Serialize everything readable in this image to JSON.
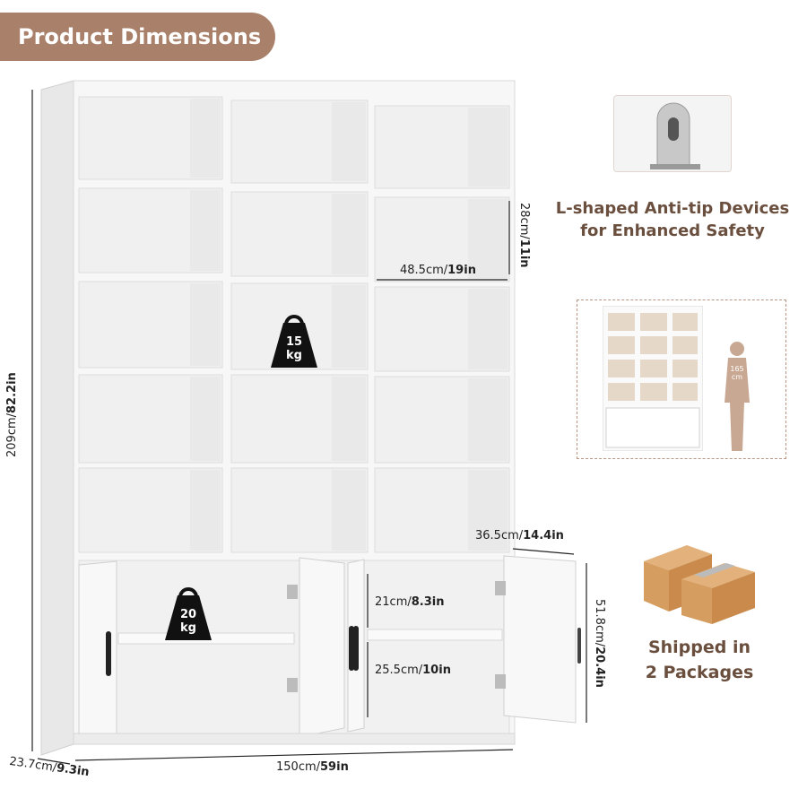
{
  "banner": {
    "title": "Product Dimensions"
  },
  "dimensions": {
    "height_cm": "209cm/",
    "height_in": "82.2in",
    "width_cm": "150cm/",
    "width_in": "59in",
    "depth_cm": "23.7cm/",
    "depth_in": "9.3in",
    "shelf_width_cm": "48.5cm/",
    "shelf_width_in": "19in",
    "shelf_height_cm": "28cm/",
    "shelf_height_in": "11in",
    "cabinet_depth_cm": "36.5cm/",
    "cabinet_depth_in": "14.4in",
    "cabinet_height_cm": "51.8cm/",
    "cabinet_height_in": "20.4in",
    "upper_cabinet_cm": "21cm/",
    "upper_cabinet_in": "8.3in",
    "lower_cabinet_cm": "25.5cm/",
    "lower_cabinet_in": "10in"
  },
  "weights": {
    "shelf_value": "15",
    "shelf_unit": "kg",
    "cabinet_value": "20",
    "cabinet_unit": "kg"
  },
  "features": {
    "anti_tip_line1": "L-shaped Anti-tip Devices",
    "anti_tip_line2": "for Enhanced Safety",
    "person_height": "165",
    "person_unit": "cm",
    "shipping_line1": "Shipped in",
    "shipping_line2": "2 Packages"
  }
}
